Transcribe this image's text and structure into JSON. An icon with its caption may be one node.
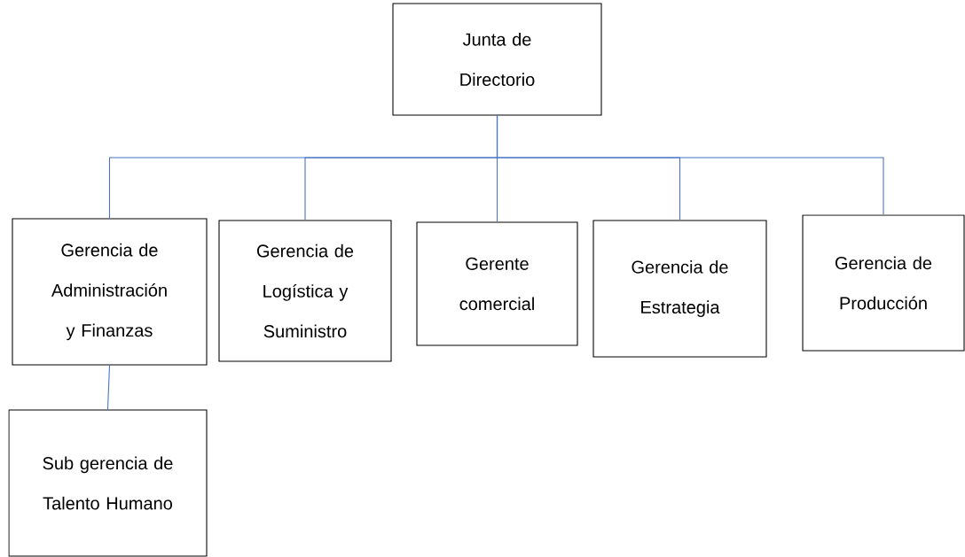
{
  "diagram": {
    "nodes": [
      {
        "text": [
          "Junta de Directorio"
        ]
      },
      {
        "text": [
          "Gerencia de Administración y Finanzas"
        ]
      },
      {
        "text": [
          "Gerencia de Logística y Suministro"
        ]
      },
      {
        "text": [
          "Gerente comercial"
        ]
      },
      {
        "text": [
          "Gerencia de Estrategia"
        ]
      },
      {
        "text": [
          "Gerencia de Producción"
        ]
      },
      {
        "text": [
          "Sub gerencia de Talento Humano"
        ]
      }
    ],
    "edges": [
      {
        "from": 0,
        "to": 1,
        "arrow": "none"
      },
      {
        "from": 0,
        "to": 2,
        "arrow": "none"
      },
      {
        "from": 0,
        "to": 3,
        "arrow": "none"
      },
      {
        "from": 0,
        "to": 4,
        "arrow": "none"
      },
      {
        "from": 0,
        "to": 5,
        "arrow": "none"
      },
      {
        "from": 1,
        "to": 6,
        "arrow": "none"
      }
    ]
  }
}
